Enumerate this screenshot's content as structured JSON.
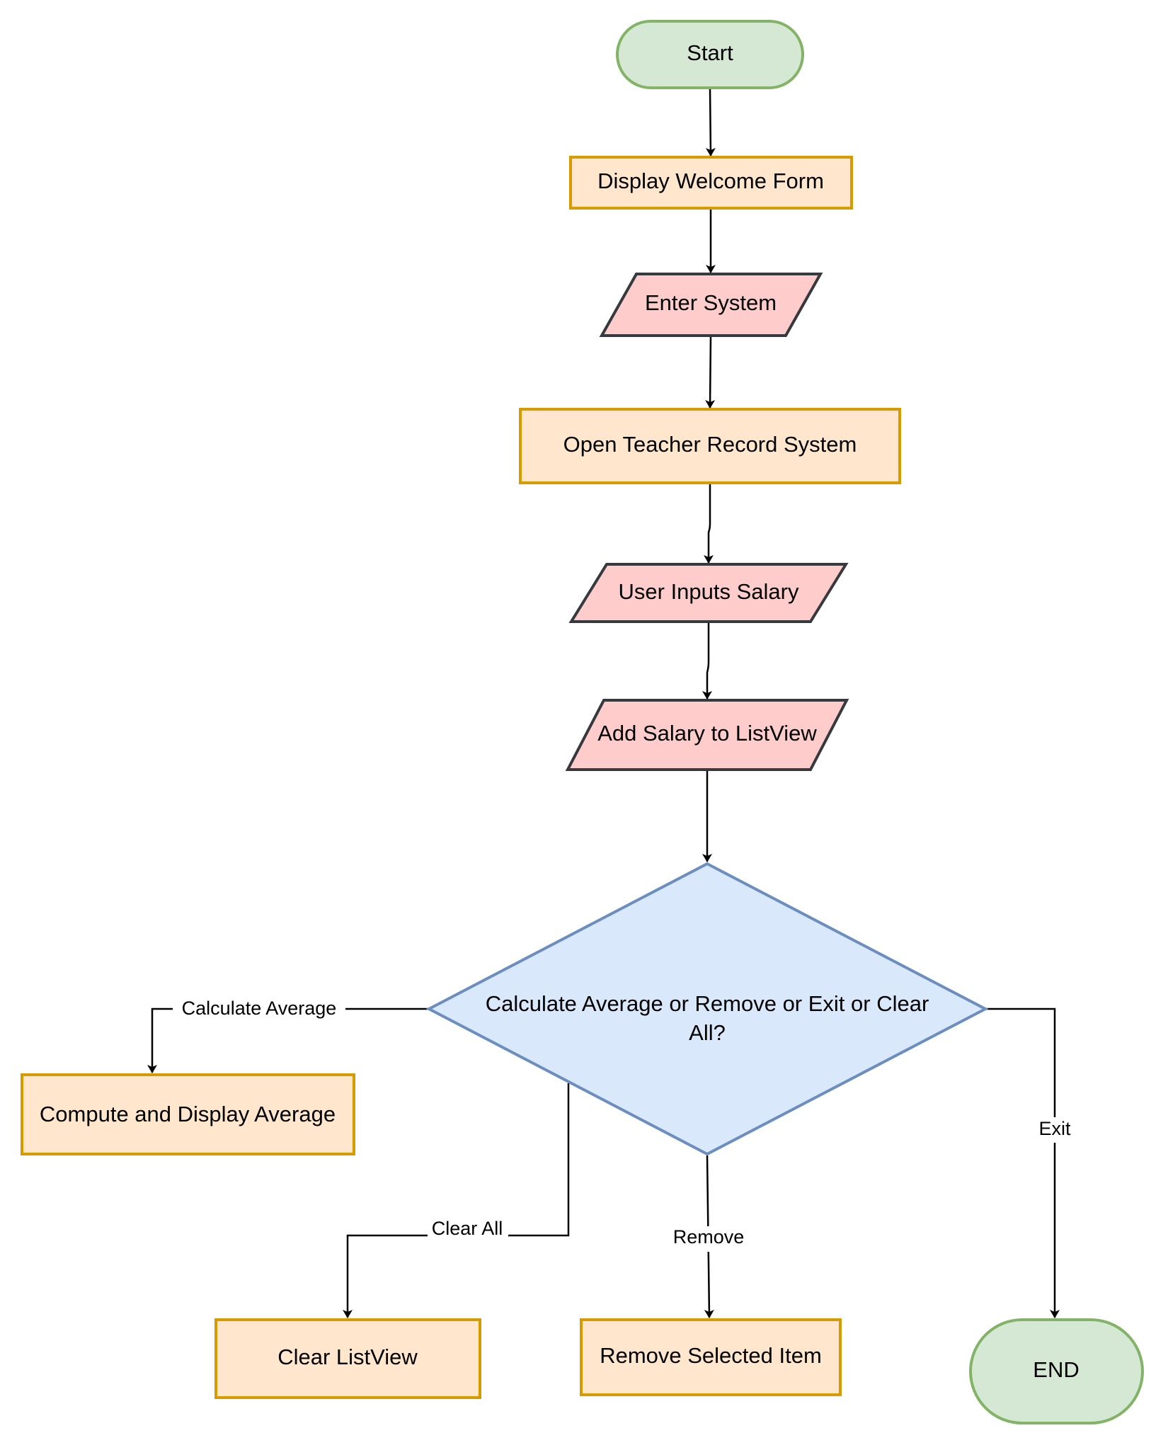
{
  "colors": {
    "terminal_fill": "#d5e8d4",
    "terminal_stroke": "#82b366",
    "process_fill": "#ffe6cc",
    "process_stroke": "#d79b00",
    "io_fill": "#ffcccc",
    "io_stroke": "#36393d",
    "decision_fill": "#dae8fc",
    "decision_stroke": "#6c8ebf",
    "edge": "#000000"
  },
  "nodes": {
    "start": "Start",
    "welcome": "Display Welcome Form",
    "enter": "Enter System",
    "open": "Open Teacher Record System",
    "input": "User Inputs Salary",
    "add": "Add Salary to ListView",
    "decision_line1": "Calculate Average or Remove or Exit or Clear",
    "decision_line2": "All?",
    "compute": "Compute and Display Average",
    "clear": "Clear ListView",
    "remove": "Remove Selected Item",
    "end": "END"
  },
  "edges": {
    "calc_label": "Calculate Average",
    "clear_label": "Clear All",
    "remove_label": "Remove",
    "exit_label": "Exit"
  }
}
